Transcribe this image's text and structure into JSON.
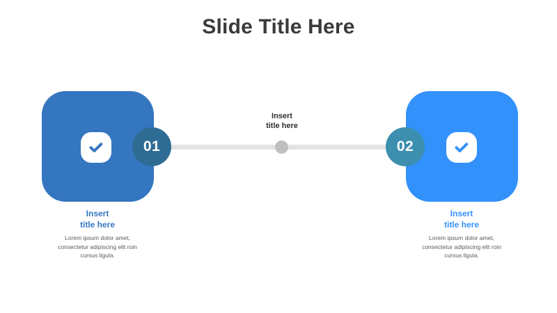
{
  "slide": {
    "title": "Slide Title Here",
    "background": "#ffffff"
  },
  "center": {
    "label_line1": "Insert",
    "label_line2": "title here",
    "line_color": "#e3e3e3",
    "dot_color": "#bfbfbf"
  },
  "steps": [
    {
      "number": "01",
      "card_color": "#3576c0",
      "circle_color": "#2e6c93",
      "icon": "check-badge-icon",
      "title_line1": "Insert",
      "title_line2": "title here",
      "title_color": "#3576c0",
      "body": "Lorem ipsum dolor amet, consectetur adipiscing elit roin cursus ligula."
    },
    {
      "number": "02",
      "card_color": "#3291fb",
      "circle_color": "#3c8fae",
      "icon": "check-badge-icon",
      "title_line1": "Insert",
      "title_line2": "title here",
      "title_color": "#3291fb",
      "body": "Lorem ipsum dolor amet, consectetur adipiscing elit roin cursus ligula."
    }
  ]
}
